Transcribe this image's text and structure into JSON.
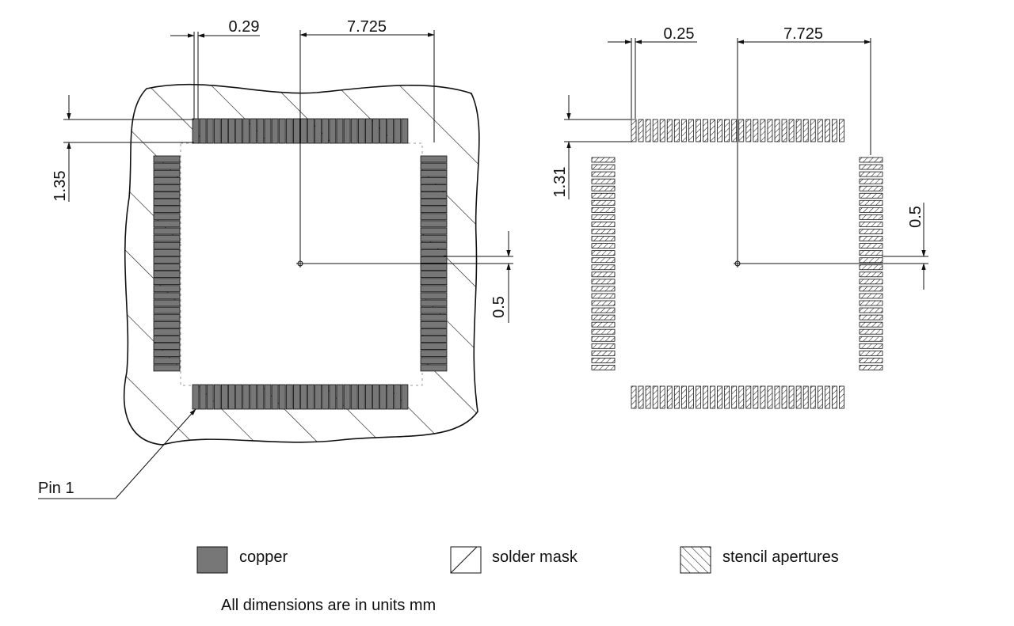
{
  "left_view": {
    "pad_width_label": "0.29",
    "center_offset_label": "7.725",
    "pad_length_label": "1.35",
    "pitch_label": "0.5",
    "pin1_label": "Pin 1"
  },
  "right_view": {
    "aperture_width_label": "0.25",
    "center_offset_label": "7.725",
    "aperture_length_label": "1.31",
    "pitch_label": "0.5"
  },
  "legend": {
    "copper": "copper",
    "solder_mask": "solder mask",
    "stencil": "stencil apertures"
  },
  "footnote": "All dimensions are in units mm",
  "colors": {
    "copper_fill": "#777777",
    "line": "#111111",
    "background": "#ffffff"
  }
}
